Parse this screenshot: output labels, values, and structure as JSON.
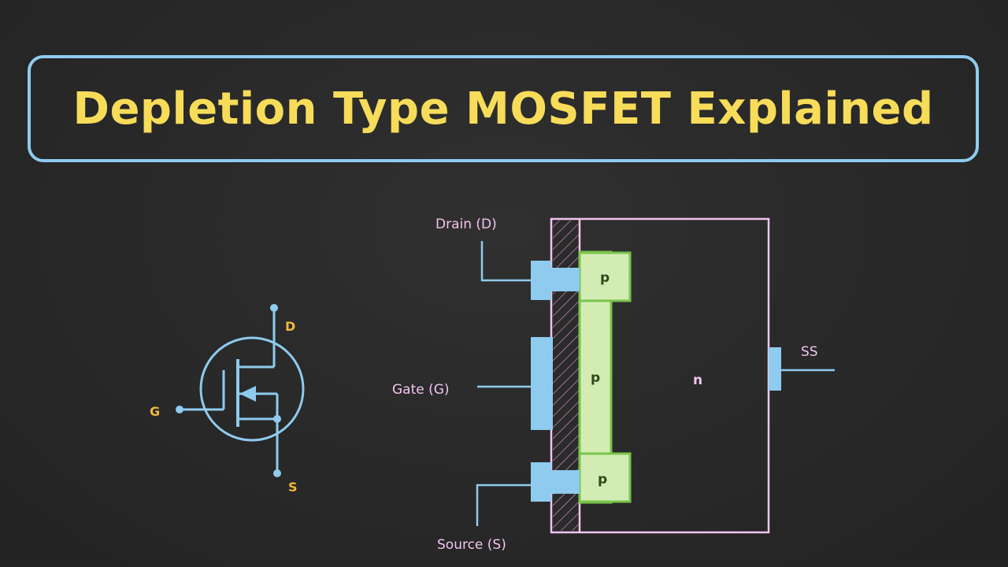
{
  "title": "Depletion Type MOSFET Explained",
  "symbol": {
    "drain_label": "D",
    "gate_label": "G",
    "source_label": "S"
  },
  "structure": {
    "drain_label": "Drain (D)",
    "gate_label": "Gate (G)",
    "source_label": "Source (S)",
    "substrate_label": "SS",
    "drain_region": "p",
    "channel_region": "p",
    "source_region": "p",
    "substrate_region": "n"
  },
  "colors": {
    "background": "#2a2a2a",
    "title_text": "#f7dc5a",
    "title_border": "#8ecbee",
    "wire_blue": "#8ecbee",
    "metal_blue": "#8ecbee",
    "p_region_fill": "#d3ecb4",
    "p_region_border": "#79c44a",
    "substrate_border": "#f2c4ee",
    "label_pink": "#f2c4ee",
    "label_orange": "#f4b63c"
  }
}
